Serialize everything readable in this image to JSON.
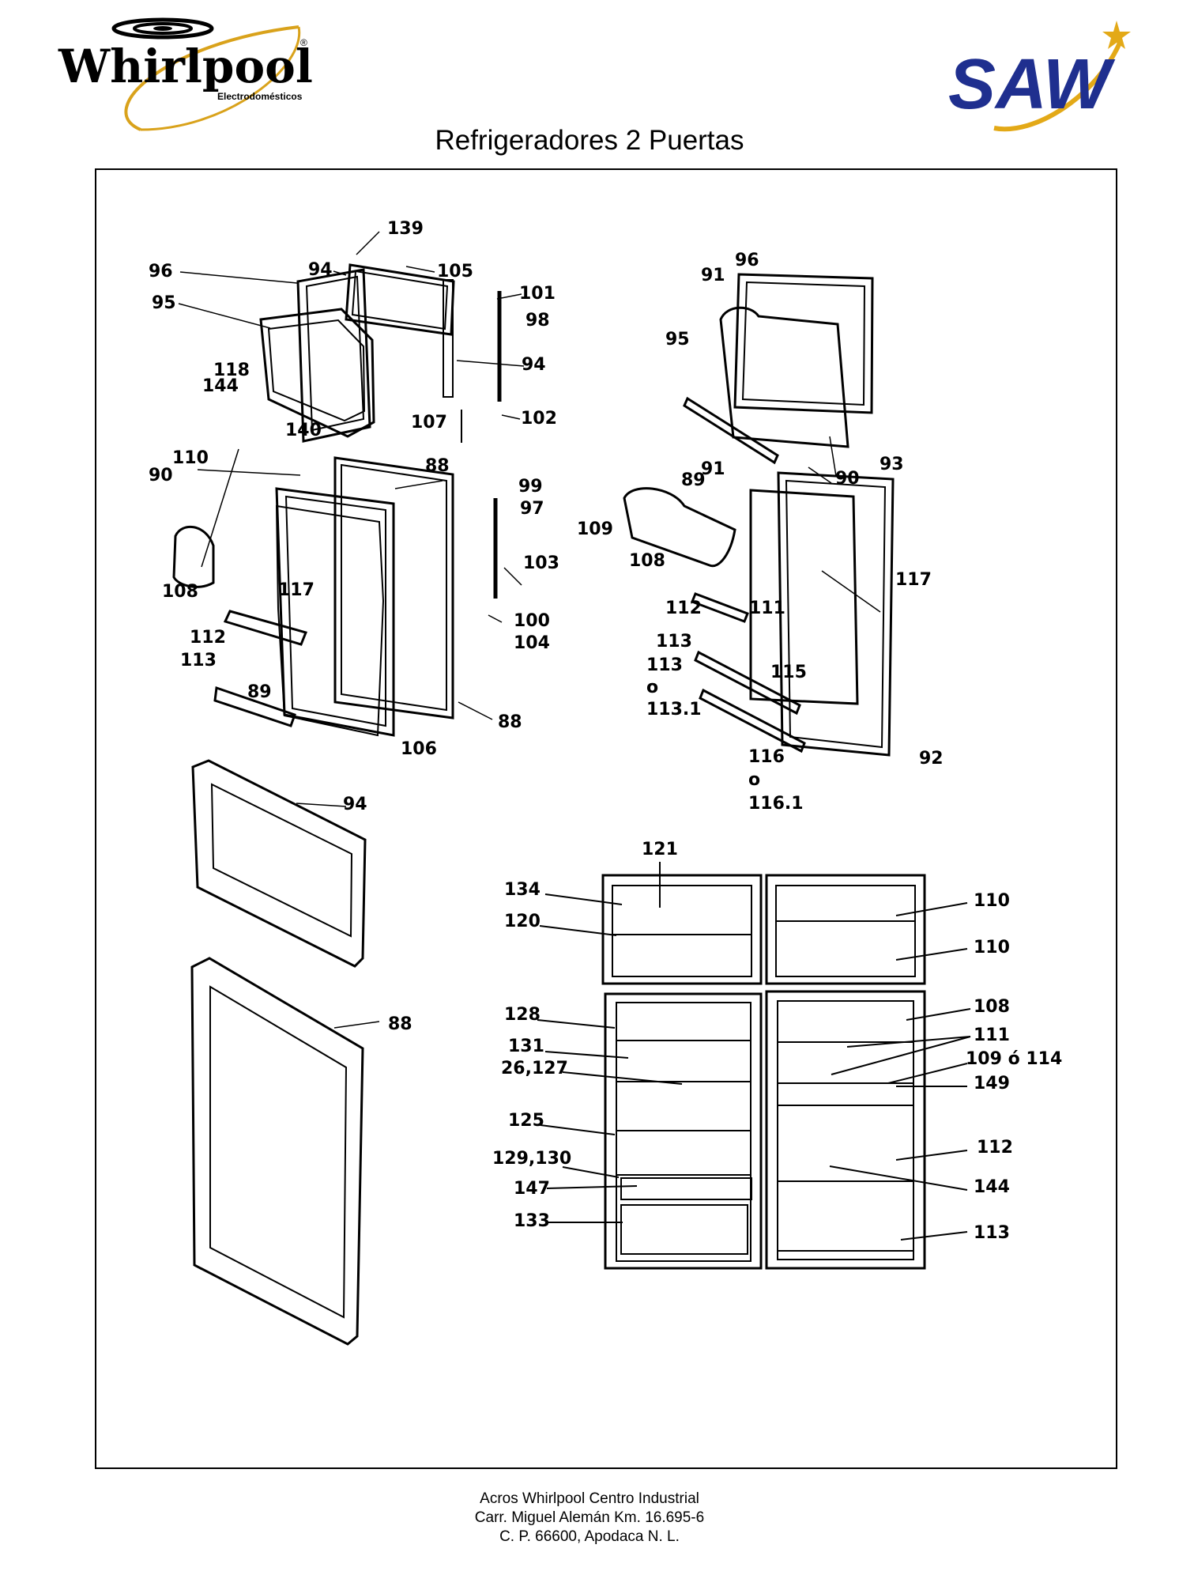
{
  "header": {
    "brand_left": "Whirlpool",
    "brand_left_sub": "Electrodomésticos",
    "registered_mark": "®",
    "brand_right": "SAW",
    "title": "Refrigeradores 2 Puertas"
  },
  "colors": {
    "whirlpool_swoosh": "#d9a21b",
    "saw_blue": "#1f2f8f",
    "saw_gold": "#e3a917",
    "line": "#000000"
  },
  "diagram": {
    "callouts": [
      {
        "id": "c139",
        "text": "139"
      },
      {
        "id": "c96a",
        "text": "96"
      },
      {
        "id": "c94a",
        "text": "94"
      },
      {
        "id": "c105",
        "text": "105"
      },
      {
        "id": "c101",
        "text": "101"
      },
      {
        "id": "c95a",
        "text": "95"
      },
      {
        "id": "c98",
        "text": "98"
      },
      {
        "id": "c94b",
        "text": "94"
      },
      {
        "id": "c118",
        "text": "118"
      },
      {
        "id": "c144a",
        "text": "144"
      },
      {
        "id": "c107",
        "text": "107"
      },
      {
        "id": "c102",
        "text": "102"
      },
      {
        "id": "c140",
        "text": "140"
      },
      {
        "id": "c110a",
        "text": "110"
      },
      {
        "id": "c90a",
        "text": "90"
      },
      {
        "id": "c88a",
        "text": "88"
      },
      {
        "id": "c99",
        "text": "99"
      },
      {
        "id": "c97",
        "text": "97"
      },
      {
        "id": "c108a",
        "text": "108"
      },
      {
        "id": "c117a",
        "text": "117"
      },
      {
        "id": "c103",
        "text": "103"
      },
      {
        "id": "c112a",
        "text": "112"
      },
      {
        "id": "c100",
        "text": "100"
      },
      {
        "id": "c104",
        "text": "104"
      },
      {
        "id": "c113a",
        "text": "113"
      },
      {
        "id": "c89a",
        "text": "89"
      },
      {
        "id": "c88b",
        "text": "88"
      },
      {
        "id": "c106",
        "text": "106"
      },
      {
        "id": "c96b",
        "text": "96"
      },
      {
        "id": "c91a",
        "text": "91"
      },
      {
        "id": "c95b",
        "text": "95"
      },
      {
        "id": "c93",
        "text": "93"
      },
      {
        "id": "c91b",
        "text": "91"
      },
      {
        "id": "c89b",
        "text": "89"
      },
      {
        "id": "c90b",
        "text": "90"
      },
      {
        "id": "c109a",
        "text": "109"
      },
      {
        "id": "c108b",
        "text": "108"
      },
      {
        "id": "c117b",
        "text": "117"
      },
      {
        "id": "c112b",
        "text": "112"
      },
      {
        "id": "c111a",
        "text": "111"
      },
      {
        "id": "c113b",
        "text": "113"
      },
      {
        "id": "c113c",
        "text": "113"
      },
      {
        "id": "c115",
        "text": "115"
      },
      {
        "id": "co1",
        "text": "o"
      },
      {
        "id": "c1131",
        "text": "113.1"
      },
      {
        "id": "c116",
        "text": "116"
      },
      {
        "id": "co2",
        "text": "o"
      },
      {
        "id": "c1161",
        "text": "116.1"
      },
      {
        "id": "c92",
        "text": "92"
      },
      {
        "id": "c94c",
        "text": "94"
      },
      {
        "id": "c88c",
        "text": "88"
      },
      {
        "id": "c121",
        "text": "121"
      },
      {
        "id": "c134",
        "text": "134"
      },
      {
        "id": "c120",
        "text": "120"
      },
      {
        "id": "c128",
        "text": "128"
      },
      {
        "id": "c131",
        "text": "131"
      },
      {
        "id": "c26127",
        "text": "26,127"
      },
      {
        "id": "c125",
        "text": "125"
      },
      {
        "id": "c129130",
        "text": "129,130"
      },
      {
        "id": "c147",
        "text": "147"
      },
      {
        "id": "c133",
        "text": "133"
      },
      {
        "id": "c110b",
        "text": "110"
      },
      {
        "id": "c110c",
        "text": "110"
      },
      {
        "id": "c108c",
        "text": "108"
      },
      {
        "id": "c111b",
        "text": "111"
      },
      {
        "id": "c109114",
        "text": "109 ó 114"
      },
      {
        "id": "c149",
        "text": "149"
      },
      {
        "id": "c112c",
        "text": "112"
      },
      {
        "id": "c144b",
        "text": "144"
      },
      {
        "id": "c113d",
        "text": "113"
      }
    ]
  },
  "footer": {
    "line1": "Acros Whirlpool Centro Industrial",
    "line2": "Carr. Miguel Alemán Km. 16.695-6",
    "line3": "C. P. 66600, Apodaca N. L."
  }
}
